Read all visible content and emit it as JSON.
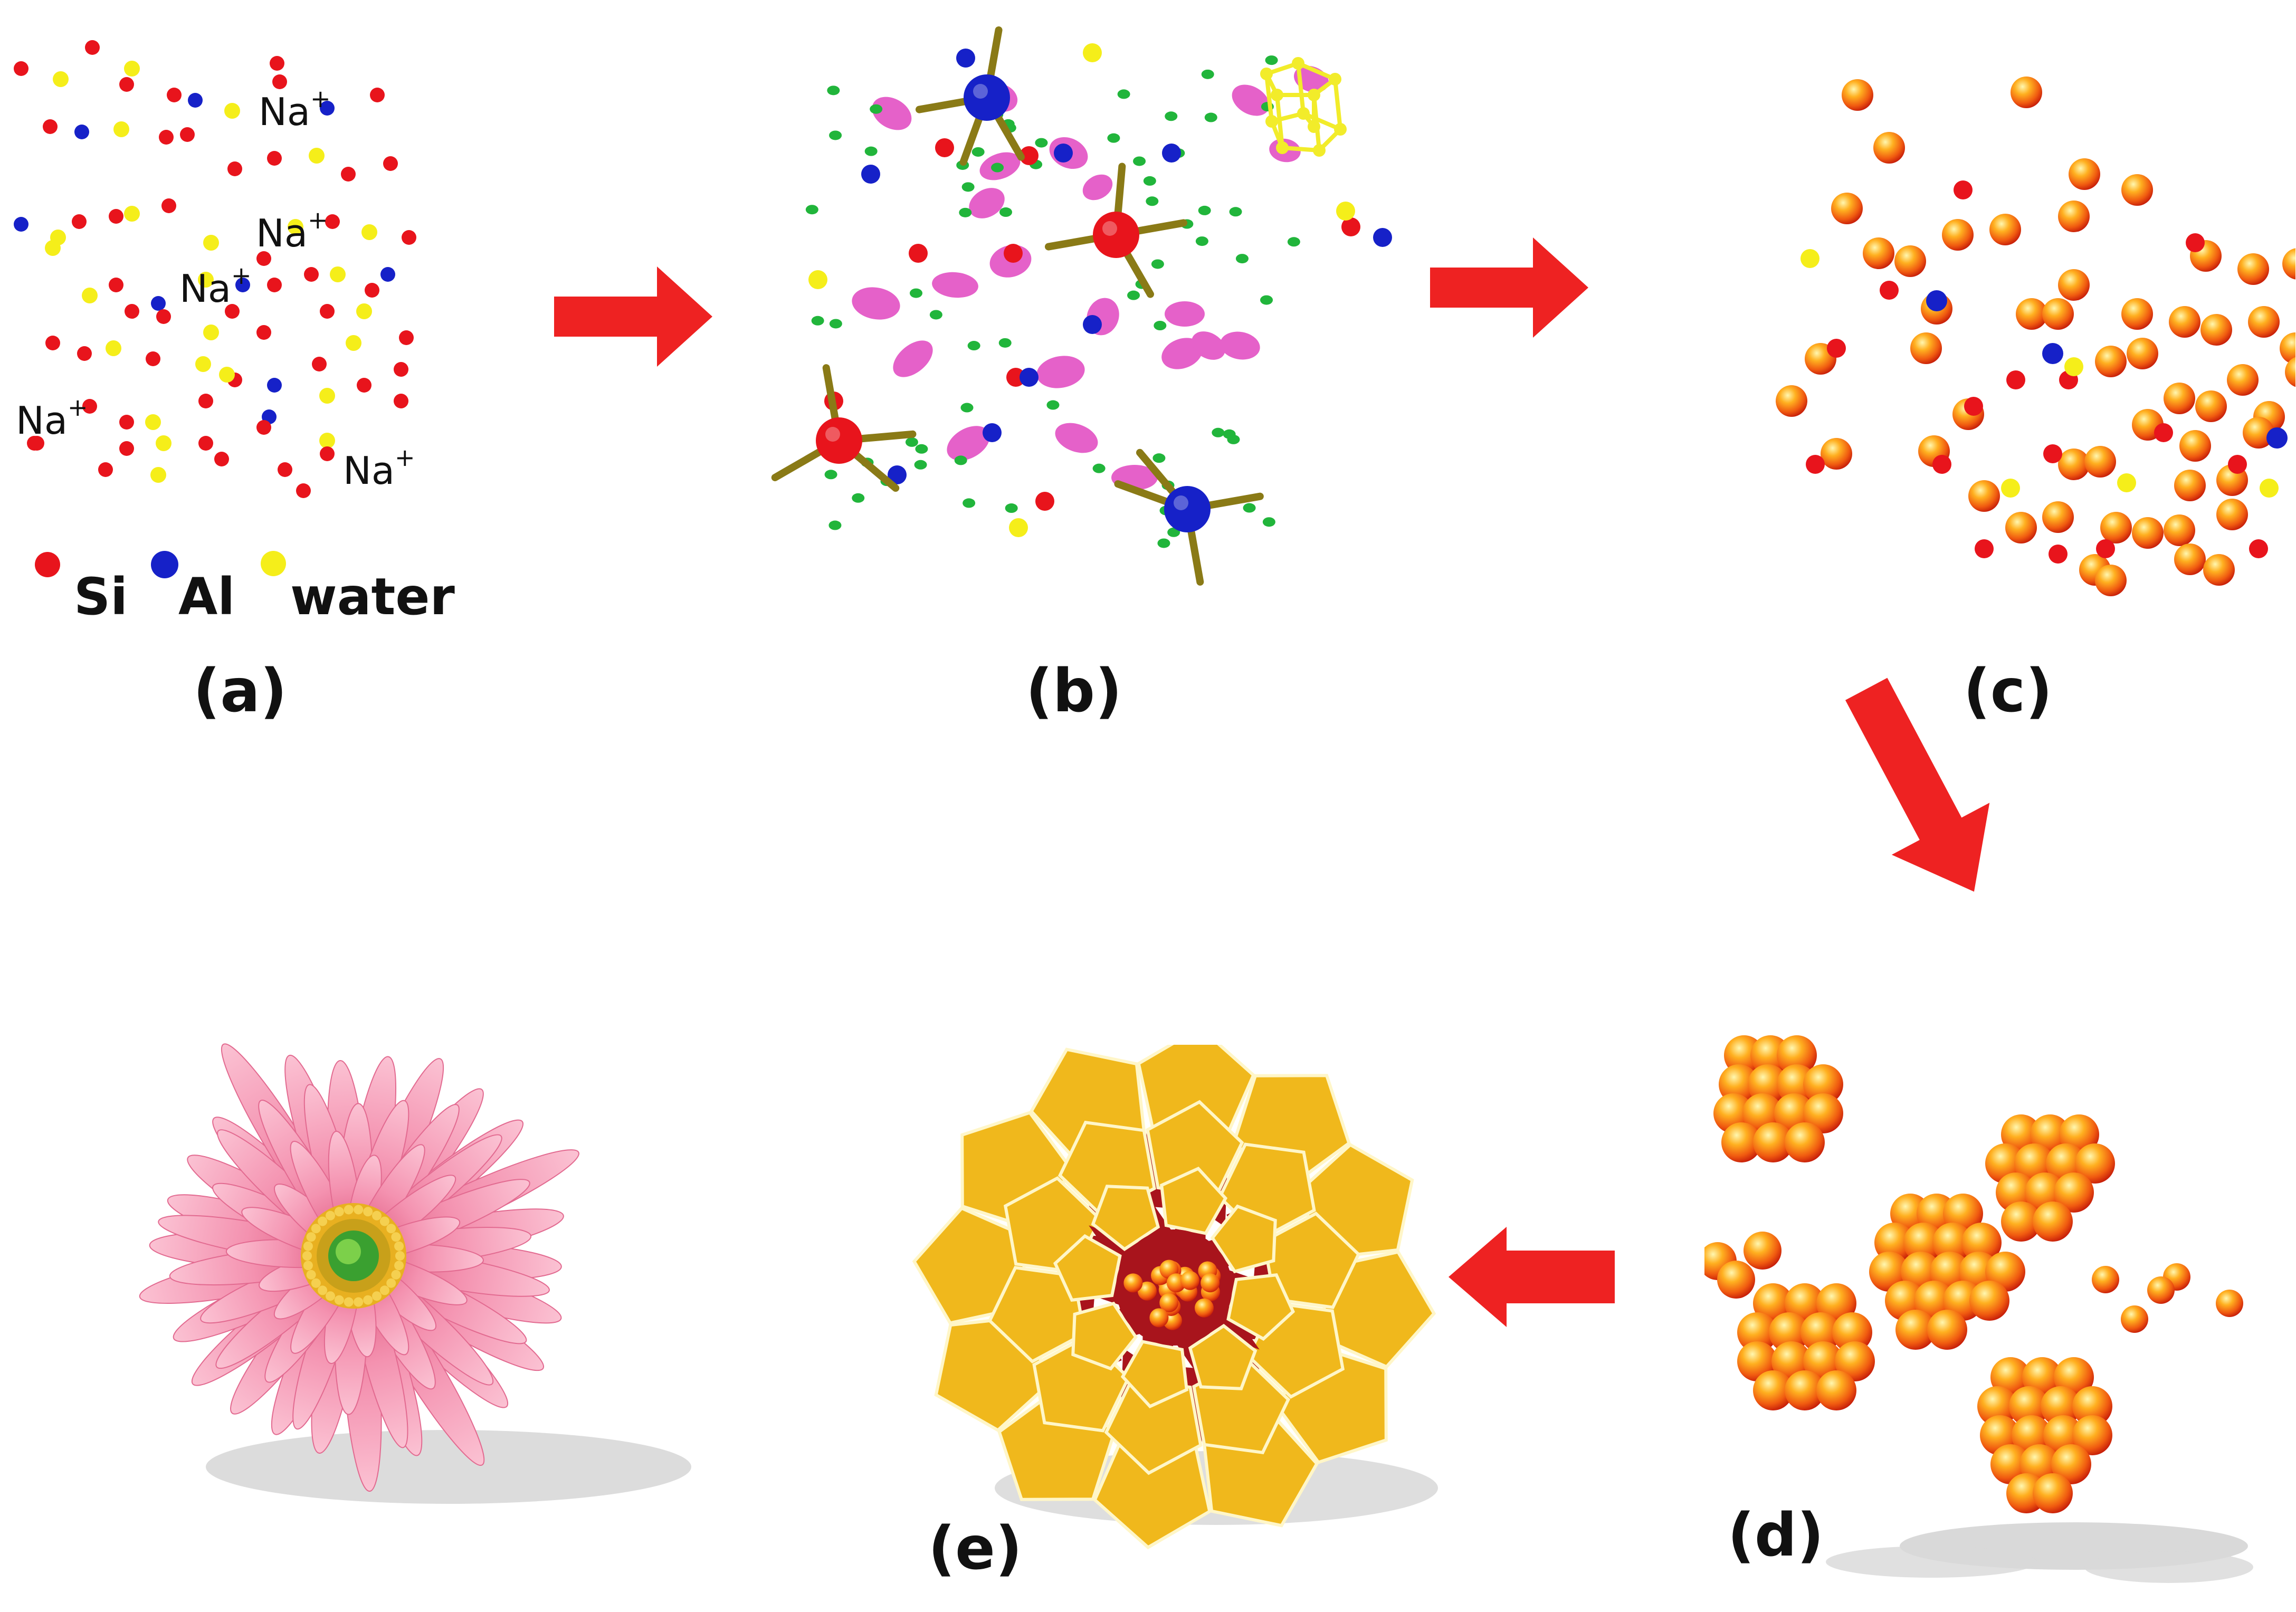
{
  "colors": {
    "si": "#e8141c",
    "al": "#1621c8",
    "water": "#f5ee1a",
    "arrow": "#ee2222",
    "pink": "#e561c9",
    "green": "#21b53b",
    "polyhedra": "#f0b81c",
    "polyhedra_dark": "#a8141c"
  },
  "legend": {
    "si": "Si",
    "al": "Al",
    "water": "water"
  },
  "ions": {
    "na": "Na",
    "charge": "+"
  },
  "panels": {
    "a": "(a)",
    "b": "(b)",
    "c": "(c)",
    "d": "(d)",
    "e": "(e)"
  },
  "icons": [
    "right-arrow-icon",
    "down-right-arrow-icon",
    "left-arrow-icon",
    "flower-icon"
  ]
}
